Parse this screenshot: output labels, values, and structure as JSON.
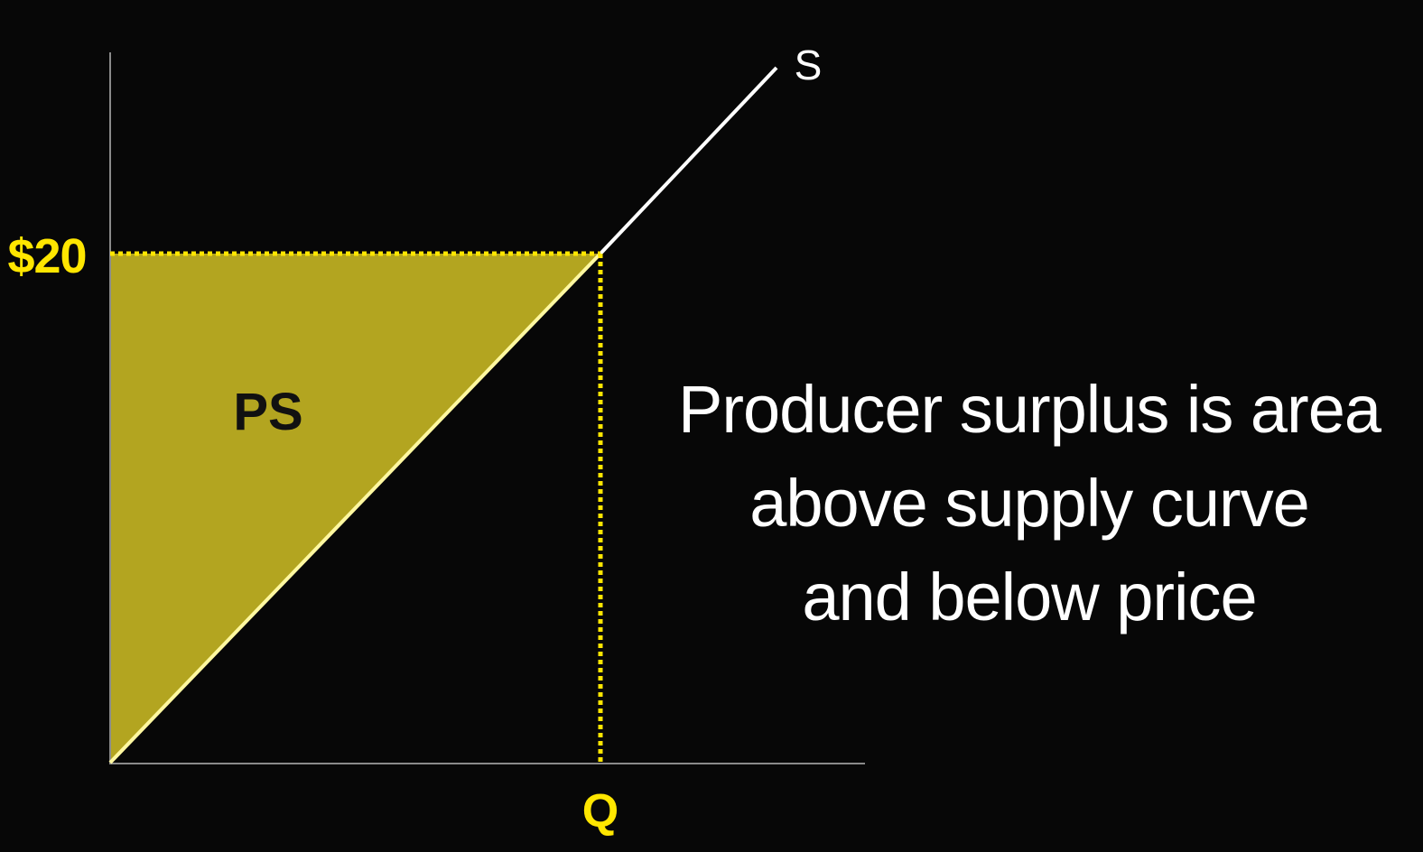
{
  "colors": {
    "background": "#070707",
    "fill": "#b3a520",
    "highlight": "#ffe600",
    "axis": "#8a8a8a",
    "curve": "#ffffff"
  },
  "labels": {
    "price": "$20",
    "quantity": "Q",
    "supply": "S",
    "area": "PS"
  },
  "caption": {
    "lines": [
      "Producer surplus is area",
      "above supply curve",
      "and below price"
    ]
  }
}
